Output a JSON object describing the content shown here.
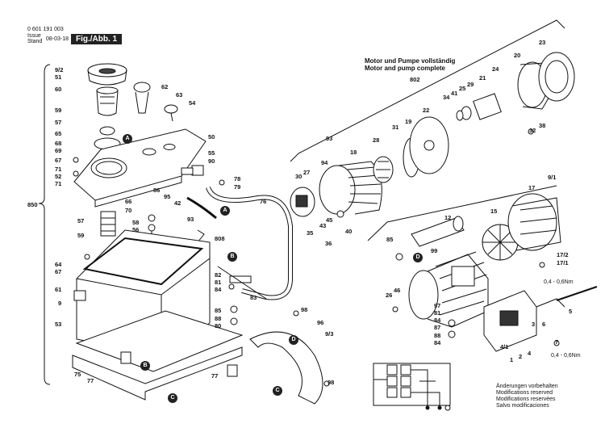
{
  "header": {
    "doc_number": "0 601 191 003",
    "issue_label": "Issue",
    "stand_label": "Stand",
    "issue_date": "08-03-18",
    "figure_label": "Fig./Abb. 1"
  },
  "assembly_title": {
    "line1": "Motor und Pumpe vollständig",
    "line2": "Motor and pump complete",
    "group_number": "802"
  },
  "notes": [
    "Änderungen vorbehalten",
    "Modifications reserved",
    "Modifications reservées",
    "Salvo modificaciones"
  ],
  "torque": [
    "0,4 - 0,6Nm",
    "0,4 - 0,6Nm"
  ],
  "markers": [
    "A",
    "A",
    "B",
    "B",
    "C",
    "C",
    "D",
    "D"
  ],
  "group_labels": [
    "850",
    "808",
    "802"
  ],
  "part_labels": [
    "9/2",
    "51",
    "60",
    "59",
    "57",
    "65",
    "68",
    "69",
    "67",
    "71",
    "52",
    "71",
    "62",
    "63",
    "54",
    "50",
    "55",
    "90",
    "78",
    "79",
    "66",
    "70",
    "86",
    "95",
    "42",
    "93",
    "76",
    "57",
    "59",
    "58",
    "56",
    "64",
    "67",
    "61",
    "9",
    "53",
    "75",
    "77",
    "77",
    "82",
    "81",
    "84",
    "83",
    "85",
    "88",
    "80",
    "98",
    "96",
    "9/3",
    "98",
    "93",
    "94",
    "18",
    "28",
    "31",
    "19",
    "22",
    "27",
    "30",
    "35",
    "43",
    "45",
    "40",
    "36",
    "34",
    "41",
    "25",
    "29",
    "21",
    "24",
    "20",
    "23",
    "32",
    "38",
    "17",
    "9/1",
    "15",
    "12",
    "85",
    "99",
    "26",
    "46",
    "97",
    "81",
    "84",
    "87",
    "88",
    "84",
    "17/2",
    "17/1",
    "5",
    "7",
    "6",
    "3",
    "4",
    "4/1",
    "1",
    "2"
  ]
}
